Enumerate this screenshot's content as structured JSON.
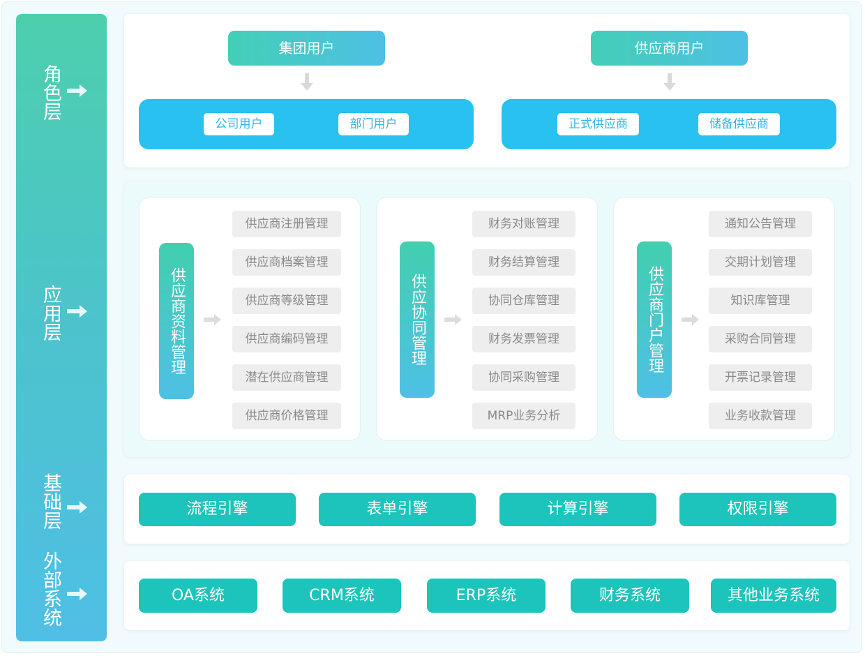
{
  "layers": {
    "role": "角色层",
    "application": "应用层",
    "foundation": "基础层",
    "external": "外部系统"
  },
  "role_layer": {
    "group_user": {
      "title": "集团用户",
      "children": [
        "公司用户",
        "部门用户"
      ]
    },
    "supplier_user": {
      "title": "供应商用户",
      "children": [
        "正式供应商",
        "储备供应商"
      ]
    }
  },
  "application_layer": {
    "modules": [
      {
        "title": "供应商资料管理",
        "items": [
          "供应商注册管理",
          "供应商档案管理",
          "供应商等级管理",
          "供应商编码管理",
          "潜在供应商管理",
          "供应商价格管理"
        ]
      },
      {
        "title": "供应协同管理",
        "items": [
          "财务对账管理",
          "财务结算管理",
          "协同仓库管理",
          "财务发票管理",
          "协同采购管理",
          "MRP业务分析"
        ]
      },
      {
        "title": "供应商门户管理",
        "items": [
          "通知公告管理",
          "交期计划管理",
          "知识库管理",
          "采购合同管理",
          "开票记录管理",
          "业务收款管理"
        ]
      }
    ]
  },
  "foundation_layer": {
    "engines": [
      "流程引擎",
      "表单引擎",
      "计算引擎",
      "权限引擎"
    ]
  },
  "external_layer": {
    "systems": [
      "OA系统",
      "CRM系统",
      "ERP系统",
      "财务系统",
      "其他业务系统"
    ]
  },
  "colors": {
    "sidebar_top": "#4dcfae",
    "sidebar_bottom": "#4fbfe6",
    "user_bar": "#29c1ef",
    "engine_teal": "#1cc4bb",
    "item_gray": "#eeeeee",
    "app_panel_bg": "#ebfbfc"
  }
}
